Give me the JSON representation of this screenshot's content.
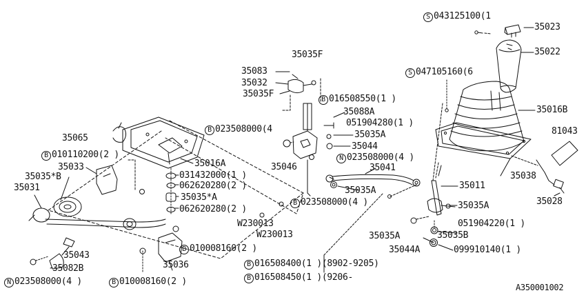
{
  "colors": {
    "ink": "#111111",
    "paper": "#ffffff"
  },
  "labels": {
    "p35023": "35023",
    "p35022": "35022",
    "p35016b": "35016B",
    "p81043": "81043",
    "p35038": "35038",
    "p35028": "35028",
    "p35011": "35011",
    "p35035a_r1": "35035A",
    "p35035b": "35035B",
    "p35044a": "35044A",
    "p35035a_r2": "35035A",
    "p35035f_top": "35035F",
    "p35083": "35083",
    "p35032": "35032",
    "p35035f_mid": "35035F",
    "p35088a": "35088A",
    "p35035a_m": "35035A",
    "p35044": "35044",
    "p35046": "35046",
    "p35041": "35041",
    "p35035a_m2": "35035A",
    "p35065": "35065",
    "p35016a": "35016A",
    "p35033": "35033",
    "p35035b_l": "35035*B",
    "p35031": "35031",
    "p35035a_c": "35035*A",
    "p35043": "35043",
    "p35082b": "35082B",
    "p35036": "35036",
    "w1": "W230013",
    "w2": "W230013",
    "n031432": "031432000(1 )",
    "n062620_1": "062620280(2 )",
    "n062620_2": "062620280(2 )",
    "n051904280": "051904280(1 )",
    "n051904220": "051904220(1 )",
    "n099910140": "099910140(1 )",
    "figure_id": "A350001002"
  },
  "callouts": {
    "s043": {
      "letter": "S",
      "text": "043125100(1"
    },
    "s047": {
      "letter": "S",
      "text": "047105160(6"
    },
    "b016550": {
      "letter": "B",
      "text": "016508550(1 )"
    },
    "b023_a": {
      "letter": "B",
      "text": "023508000(4"
    },
    "n023_m": {
      "letter": "N",
      "text": "023508000(4 )"
    },
    "b023_b": {
      "letter": "B",
      "text": "023508000(4 )"
    },
    "b010110": {
      "letter": "B",
      "text": "010110200(2 )"
    },
    "b010008_r": {
      "letter": "B",
      "text": "010008160(2 )"
    },
    "b010008_l": {
      "letter": "B",
      "text": "010008160(2 )"
    },
    "n023_l": {
      "letter": "N",
      "text": "023508000(4 )"
    },
    "b016400": {
      "letter": "B",
      "text": "016508400(1 )(8902-9205)"
    },
    "b016450": {
      "letter": "B",
      "text": "016508450(1 )(9206-"
    }
  }
}
